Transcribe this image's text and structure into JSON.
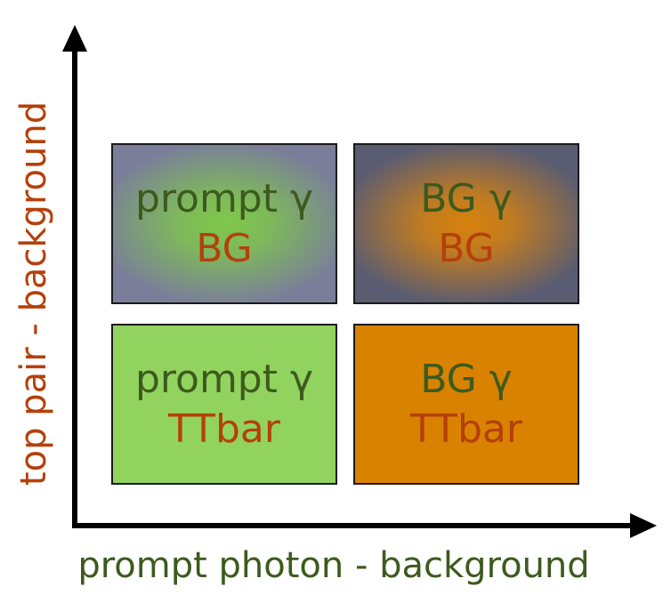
{
  "colors": {
    "green_text": "#3d5a1e",
    "orange_text": "#b5400b",
    "axis": "#000000",
    "cell_tl_bg": "#7a7e9a",
    "cell_tl_glow": "#7fc84a",
    "cell_tr_bg": "#5a5c72",
    "cell_tr_glow": "#d9830d",
    "cell_bl_bg": "#91d35e",
    "cell_br_bg": "#d98200"
  },
  "axes": {
    "x_label": "prompt photon - background",
    "y_label": "top pair - background"
  },
  "cells": {
    "top_left": {
      "line1": "prompt γ",
      "line2": "BG"
    },
    "top_right": {
      "line1": "BG γ",
      "line2": "BG"
    },
    "bottom_left": {
      "line1": "prompt γ",
      "line2": "TTbar"
    },
    "bottom_right": {
      "line1": "BG γ",
      "line2": "TTbar"
    }
  }
}
